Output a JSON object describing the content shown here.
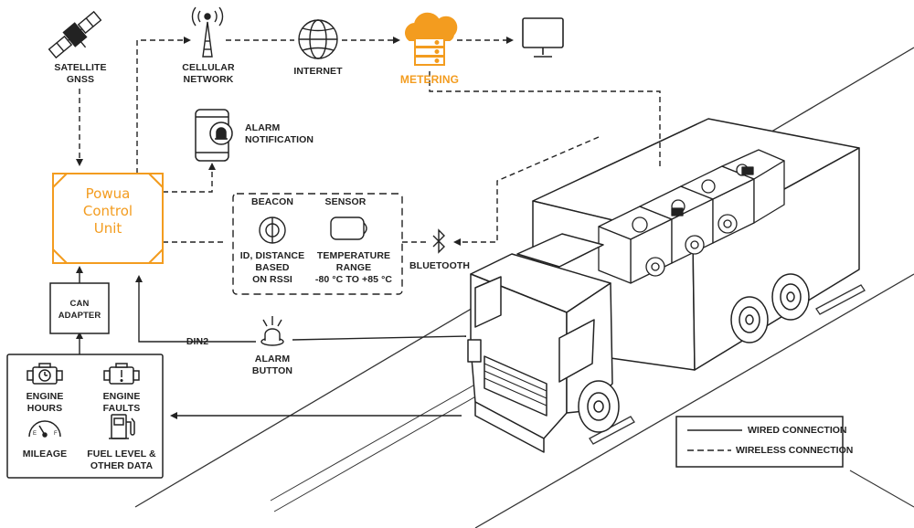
{
  "nodes": {
    "satellite": "SATELLITE\nGNSS",
    "cellular": "CELLULAR\nNETWORK",
    "internet": "INTERNET",
    "metering": "METERING",
    "alarm_notification": "ALARM\nNOTIFICATION",
    "control_unit": "Powua\nControl\nUnit",
    "beacon": "BEACON",
    "beacon_detail": "ID, DISTANCE\nBASED\nON RSSI",
    "sensor": "SENSOR",
    "sensor_detail": "TEMPERATURE\nRANGE\n-80 °C TO +85 °C",
    "bluetooth": "BLUETOOTH",
    "can_adapter": "CAN ADAPTER",
    "din2": "DIN2",
    "alarm_button": "ALARM\nBUTTON",
    "engine_hours": "ENGINE HOURS",
    "engine_faults": "ENGINE FAULTS",
    "mileage": "MILEAGE",
    "fuel": "FUEL LEVEL &\nOTHER DATA"
  },
  "legend": {
    "wired": "WIRED CONNECTION",
    "wireless": "WIRELESS CONNECTION"
  },
  "colors": {
    "accent": "#f39c1f",
    "line": "#222222"
  }
}
